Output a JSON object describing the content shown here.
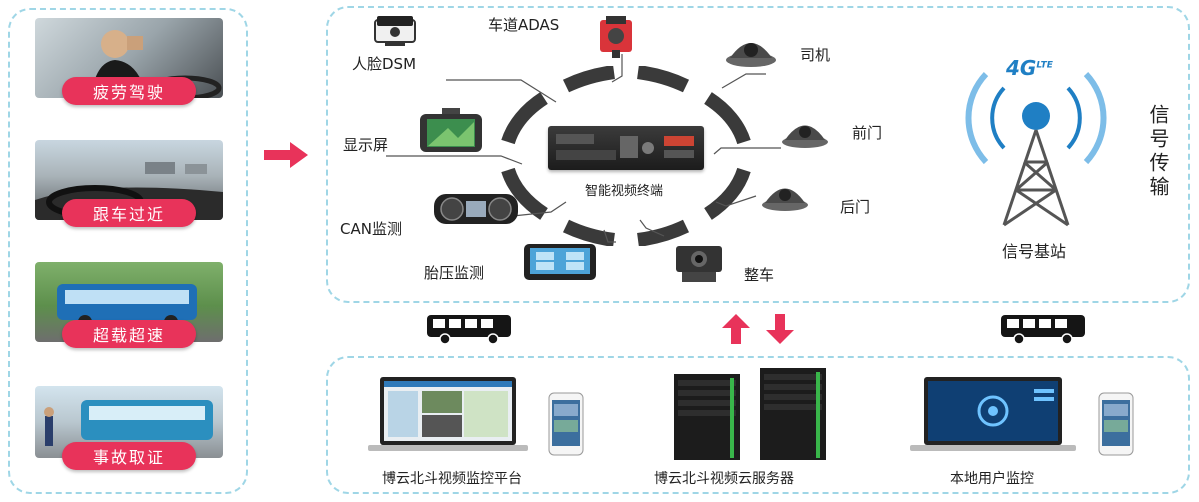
{
  "left_panel": {
    "items": [
      {
        "label": "疲劳驾驶"
      },
      {
        "label": "跟车过近"
      },
      {
        "label": "超载超速"
      },
      {
        "label": "事故取证"
      }
    ]
  },
  "devices": {
    "center": "智能视频终端",
    "dsm": "人脸DSM",
    "adas": "车道ADAS",
    "driver_cam": "司机",
    "display": "显示屏",
    "front_door": "前门",
    "can": "CAN监测",
    "rear_door": "后门",
    "tire": "胎压监测",
    "vehicle": "整车"
  },
  "signal": {
    "tower_label": "信号基站",
    "transmission": "信号传输",
    "badge": "4G",
    "badge_sub": "LTE"
  },
  "bottom": {
    "platform": "博云北斗视频监控平台",
    "server": "博云北斗视频云服务器",
    "local": "本地用户监控"
  },
  "colors": {
    "accent": "#e8335a",
    "border": "#9fd6e6",
    "ring": "#3a3a3a"
  }
}
